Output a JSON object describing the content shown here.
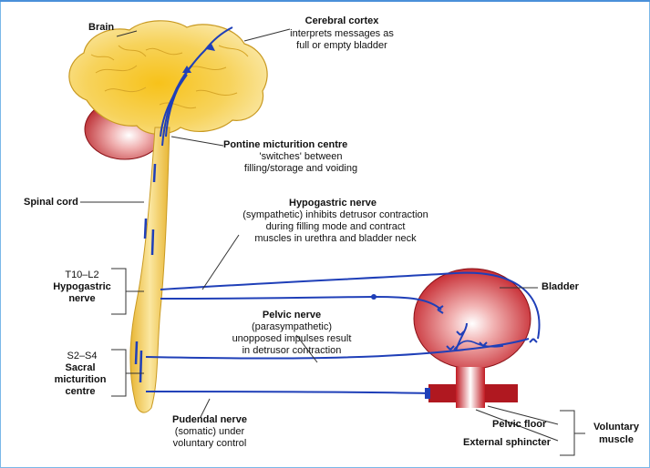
{
  "labels": {
    "brain": "Brain",
    "cortex_title": "Cerebral cortex",
    "cortex_desc_1": "interprets messages as",
    "cortex_desc_2": "full or empty bladder",
    "pontine_title": "Pontine micturition centre",
    "pontine_desc_1": "'switches' between",
    "pontine_desc_2": "filling/storage and voiding",
    "spinal_cord": "Spinal cord",
    "hypogastric_title": "Hypogastric nerve",
    "hypogastric_desc_1": "(sympathetic) inhibits detrusor contraction",
    "hypogastric_desc_2": "during filling mode and contract",
    "hypogastric_desc_3": "muscles in urethra and bladder neck",
    "t10_l2": "T10–L2",
    "hypogastric_nerve_1": "Hypogastric",
    "hypogastric_nerve_2": "nerve",
    "bladder": "Bladder",
    "pelvic_title": "Pelvic nerve",
    "pelvic_desc_1": "(parasympathetic)",
    "pelvic_desc_2": "unopposed impulses result",
    "pelvic_desc_3": "in detrusor contraction",
    "s2_s4": "S2–S4",
    "sacral_1": "Sacral",
    "sacral_2": "micturition",
    "sacral_3": "centre",
    "pudendal_title": "Pudendal nerve",
    "pudendal_desc_1": "(somatic) under",
    "pudendal_desc_2": "voluntary control",
    "pelvic_floor": "Pelvic floor",
    "external_sphincter": "External sphincter",
    "voluntary_1": "Voluntary",
    "voluntary_2": "muscle"
  },
  "colors": {
    "nerve": "#1f3fb8",
    "brain": "#f5d35a",
    "cerebellum": "#c22a2a",
    "cord": "#f4d06a",
    "bladder": "#c8202a",
    "sphincter": "#b01820",
    "frame": "#7ab8e8"
  }
}
